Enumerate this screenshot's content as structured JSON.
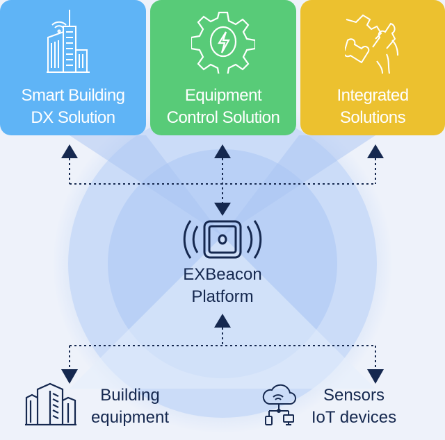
{
  "top_cards": [
    {
      "line1": "Smart Building",
      "line2": "DX Solution",
      "icon": "smart-building-icon",
      "color": "#5fb4f6"
    },
    {
      "line1": "Equipment",
      "line2": "Control Solution",
      "icon": "gear-lightning-icon",
      "color": "#58cb78"
    },
    {
      "line1": "Integrated",
      "line2": "Solutions",
      "icon": "puzzle-hands-icon",
      "color": "#ecc12f"
    }
  ],
  "platform": {
    "line1": "EXBeacon",
    "line2": "Platform",
    "icon": "beacon-icon"
  },
  "bottom_items": [
    {
      "line1": "Building",
      "line2": "equipment",
      "icon": "buildings-icon"
    },
    {
      "line1": "Sensors",
      "line2": "IoT devices",
      "icon": "cloud-network-icon"
    }
  ],
  "colors": {
    "navy": "#15284f",
    "circle_outer": "#d3e1fa",
    "circle_inner": "#bcd2f6",
    "background": "#eef2fa"
  }
}
